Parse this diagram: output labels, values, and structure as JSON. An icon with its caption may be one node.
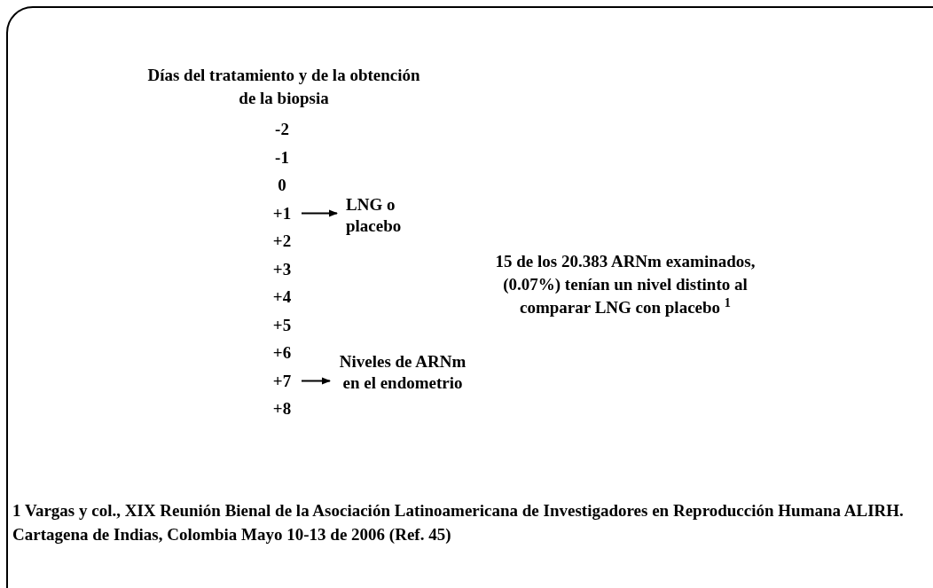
{
  "diagram": {
    "title": "Días del tratamiento y de la obtención de la biopsia",
    "nodes": [
      {
        "text": [
          "+1"
        ]
      },
      {
        "text": [
          "LNG o placebo"
        ]
      },
      {
        "text": [
          "+7"
        ]
      },
      {
        "text": [
          "Niveles de ARNm en el endometrio"
        ]
      }
    ],
    "edges": [
      {
        "from": 0,
        "to": 1,
        "arrow": "to"
      },
      {
        "from": 2,
        "to": 3,
        "arrow": "to"
      }
    ],
    "labels": [
      "-2",
      "-1",
      "0",
      "+2",
      "+3",
      "+4",
      "+5",
      "+6",
      "+8",
      "15 de los 20.383 ARNm examinados, (0.07%) tenían un nivel distinto al comparar LNG con placebo $^{1}$",
      "1 Vargas y col., XIX Reunión Bienal de la Asociación Latinoamericana de Investigadores en Reproducción Humana ALIRH. Cartagena de Indias, Colombia Mayo 10-13 de 2006 (Ref. 45)"
    ]
  }
}
